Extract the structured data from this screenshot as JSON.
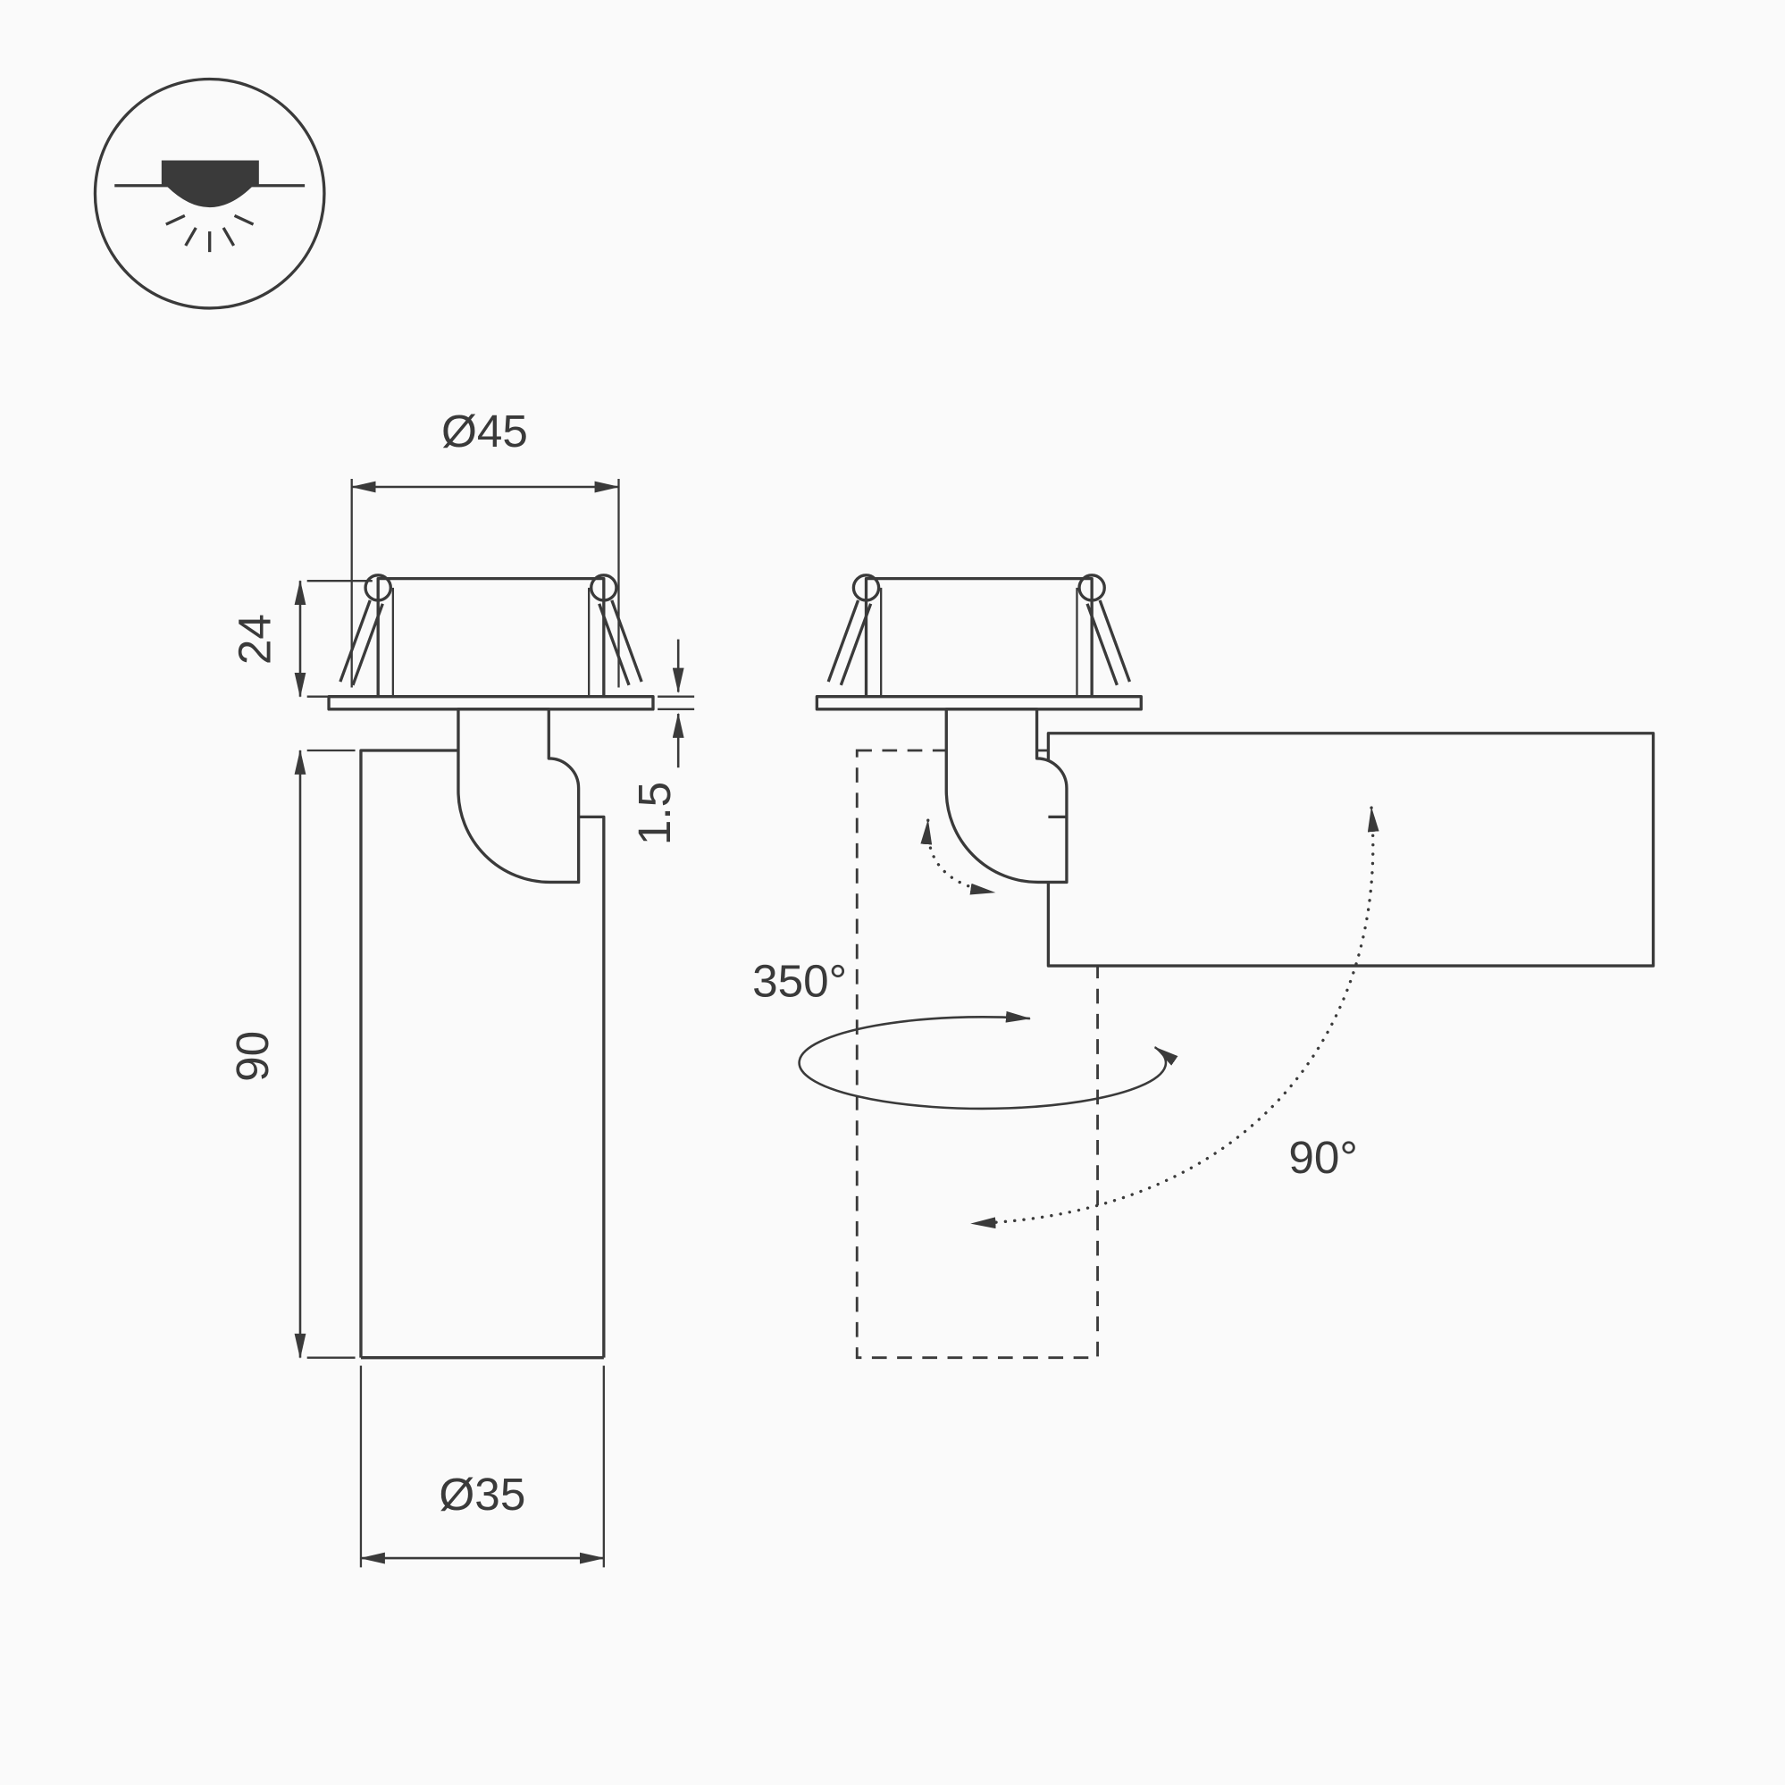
{
  "colors": {
    "background": "#fafafa",
    "line": "#3a3a3a"
  },
  "mount_icon": {
    "type": "recessed-downlight"
  },
  "front_view": {
    "dim_top_diameter": "Ø45",
    "dim_recess_depth": "24",
    "dim_flange_thickness": "1.5",
    "dim_body_height": "90",
    "dim_body_diameter": "Ø35"
  },
  "rotation_view": {
    "swivel_angle": "350°",
    "tilt_angle": "90°"
  }
}
